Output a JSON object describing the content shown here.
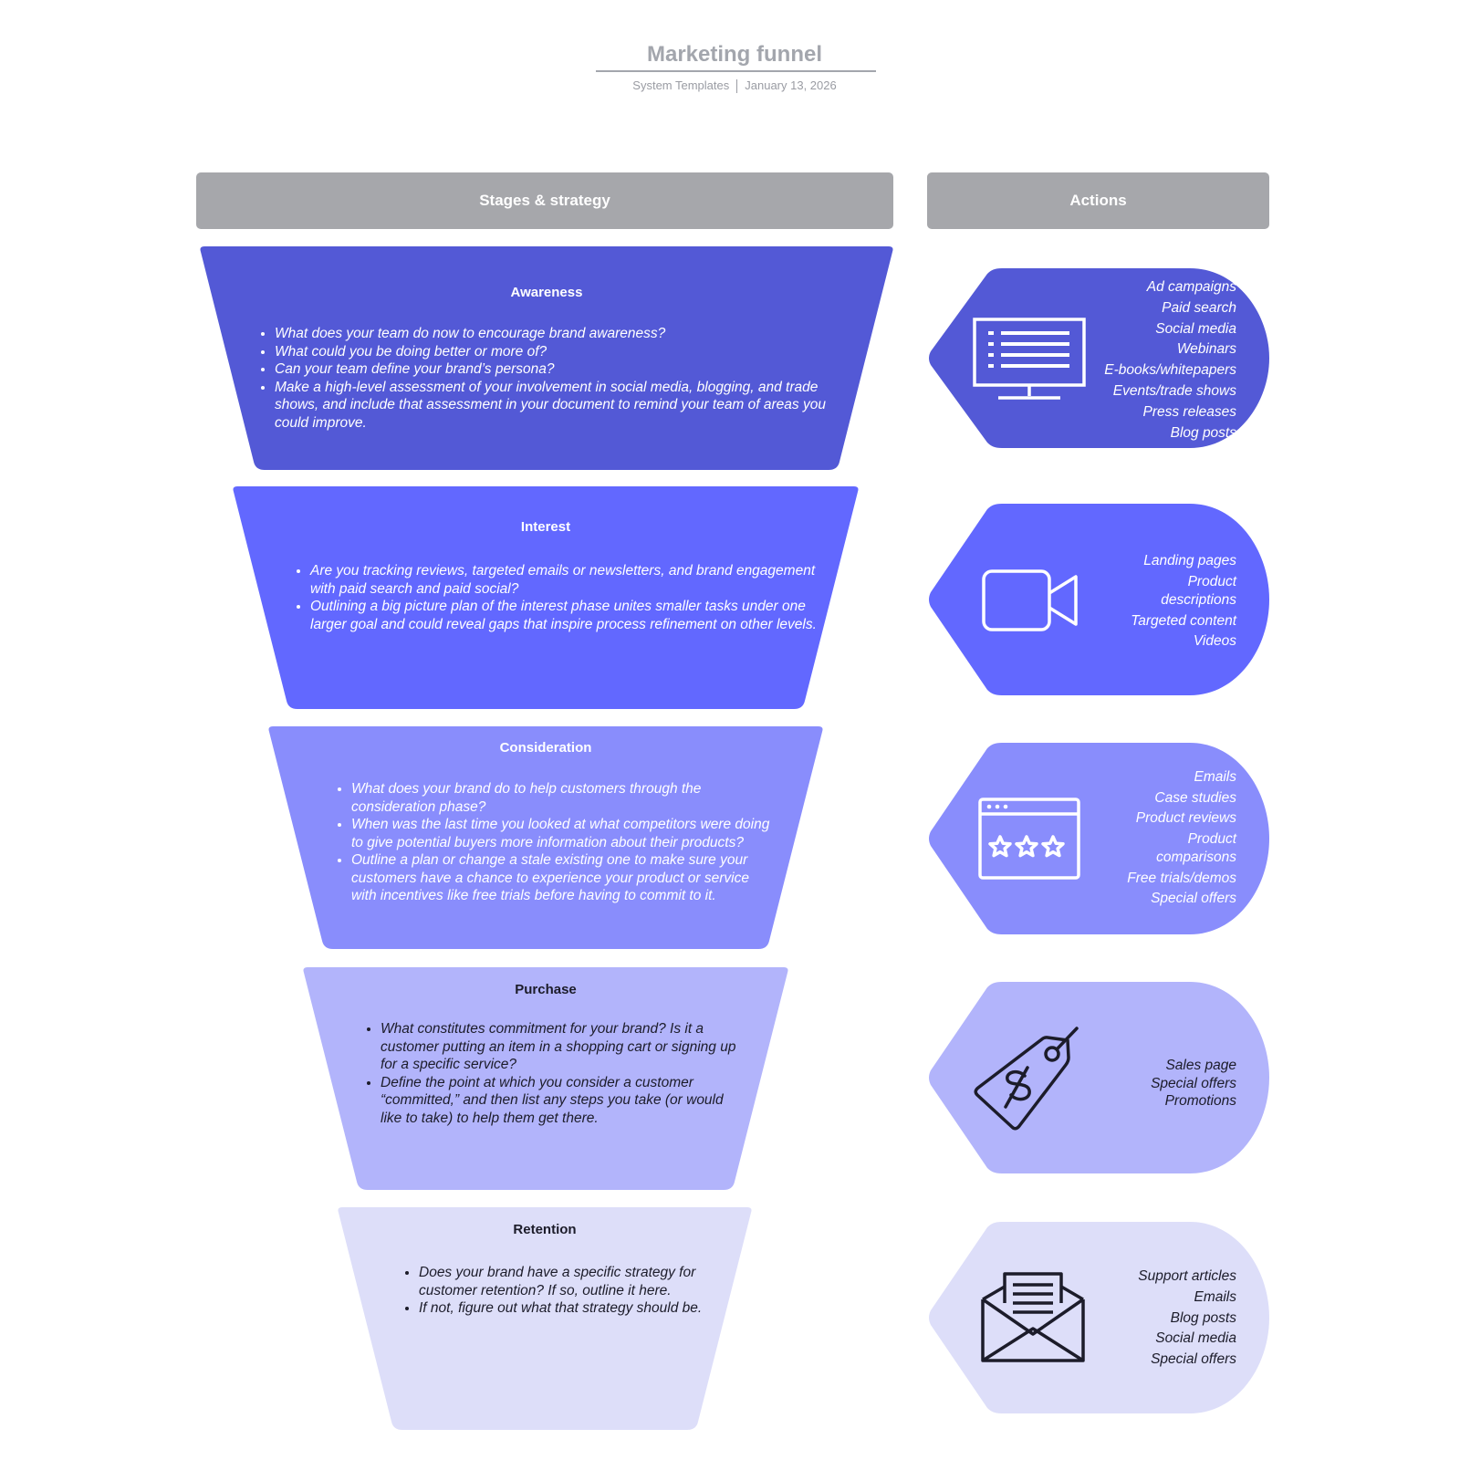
{
  "header": {
    "title": "Marketing funnel",
    "source": "System Templates",
    "date": "January 13, 2026"
  },
  "columns": {
    "stages": "Stages & strategy",
    "actions": "Actions"
  },
  "colors": {
    "header_gray": "#a6a7ab",
    "awareness": "#5359d6",
    "interest": "#6268ff",
    "consideration": "#898dfc",
    "purchase": "#b2b4fb",
    "retention": "#dddef9"
  },
  "stages": [
    {
      "title": "Awareness",
      "bullets": [
        "What does your team do now to encourage brand awareness?",
        "What could you be doing better or more of?",
        "Can your team define your brand’s persona?",
        "Make a high-level assessment of your involvement in social media, blogging, and trade shows, and include that assessment in your document to remind your team of areas you could improve."
      ]
    },
    {
      "title": "Interest",
      "bullets": [
        "Are you tracking reviews, targeted emails or newsletters, and brand engagement with paid search and paid social?",
        "Outlining a big picture plan of the interest phase unites smaller tasks under one larger goal and could reveal gaps that inspire process refinement on other levels."
      ]
    },
    {
      "title": "Consideration",
      "bullets": [
        "What does your brand do to help customers through the consideration phase?",
        "When was the last time you looked at what competitors were doing to give potential buyers more information about their products?",
        "Outline a plan or change a stale existing one to make sure your customers have a chance to experience your product or service with incentives like free trials before having to commit to it."
      ]
    },
    {
      "title": "Purchase",
      "bullets": [
        "What constitutes commitment for your brand? Is it a customer putting an item in a shopping cart or signing up for a specific service?",
        "Define the point at which you consider a customer “committed,” and then list any steps you take (or would like to take) to help them get there."
      ]
    },
    {
      "title": "Retention",
      "bullets": [
        "Does your brand have a specific strategy for customer retention? If so, outline it here.",
        "If not, figure out what that strategy should be."
      ]
    }
  ],
  "actions": [
    {
      "icon": "monitor-icon",
      "items": [
        "Ad campaigns",
        "Paid search",
        "Social media",
        "Webinars",
        "E-books/whitepapers",
        "Events/trade shows",
        "Press releases",
        "Blog posts"
      ]
    },
    {
      "icon": "video-camera-icon",
      "items": [
        "Landing pages",
        "Product descriptions",
        "Targeted content",
        "Videos"
      ]
    },
    {
      "icon": "review-stars-icon",
      "items": [
        "Emails",
        "Case studies",
        "Product reviews",
        "Product comparisons",
        "Free trials/demos",
        "Special offers"
      ]
    },
    {
      "icon": "price-tag-icon",
      "items": [
        "Sales page",
        "Special offers",
        "Promotions"
      ]
    },
    {
      "icon": "open-envelope-icon",
      "items": [
        "Support articles",
        "Emails",
        "Blog posts",
        "Social media",
        "Special offers"
      ]
    }
  ]
}
